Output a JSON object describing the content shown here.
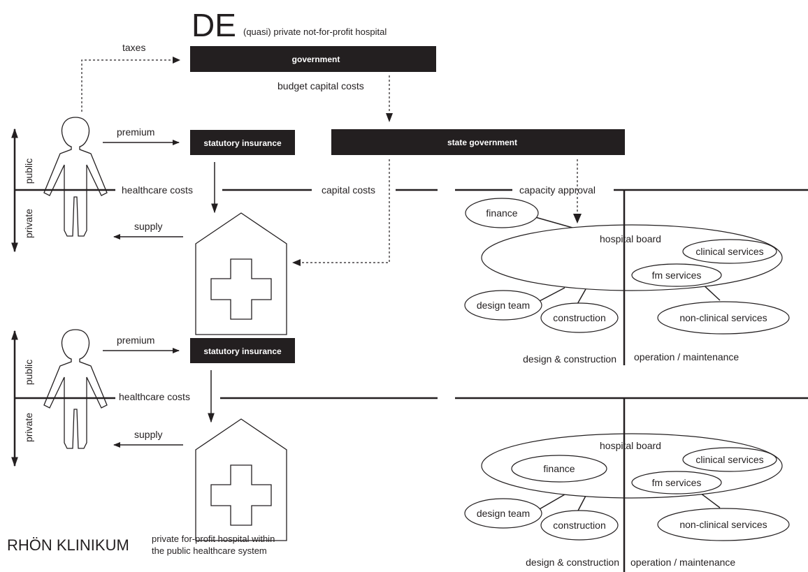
{
  "header": {
    "country_code": "DE",
    "subtitle": "(quasi) private not-for-profit hospital"
  },
  "footer": {
    "name": "RHÖN KLINIKUM",
    "subtitle_line1": "private for-profit hospital within",
    "subtitle_line2": "the public healthcare system"
  },
  "top": {
    "taxes": "taxes",
    "government": "government",
    "budget_capital_costs": "budget capital costs",
    "premium": "premium",
    "statutory_insurance": "statutory insurance",
    "state_government": "state government",
    "public": "public",
    "private": "private",
    "healthcare_costs": "healthcare costs",
    "capital_costs": "capital costs",
    "capacity_approval": "capacity approval",
    "supply": "supply",
    "finance": "finance",
    "hospital_board": "hospital board",
    "clinical_services": "clinical services",
    "fm_services": "fm services",
    "design_team": "design team",
    "construction": "construction",
    "non_clinical_services": "non-clinical services",
    "design_construction": "design & construction",
    "operation_maintenance": "operation / maintenance"
  },
  "bottom": {
    "premium": "premium",
    "statutory_insurance": "statutory insurance",
    "public": "public",
    "private": "private",
    "healthcare_costs": "healthcare costs",
    "supply": "supply",
    "hospital_board": "hospital board",
    "finance": "finance",
    "clinical_services": "clinical services",
    "fm_services": "fm services",
    "design_team": "design team",
    "construction": "construction",
    "non_clinical_services": "non-clinical services",
    "design_construction": "design & construction",
    "operation_maintenance": "operation / maintenance"
  }
}
